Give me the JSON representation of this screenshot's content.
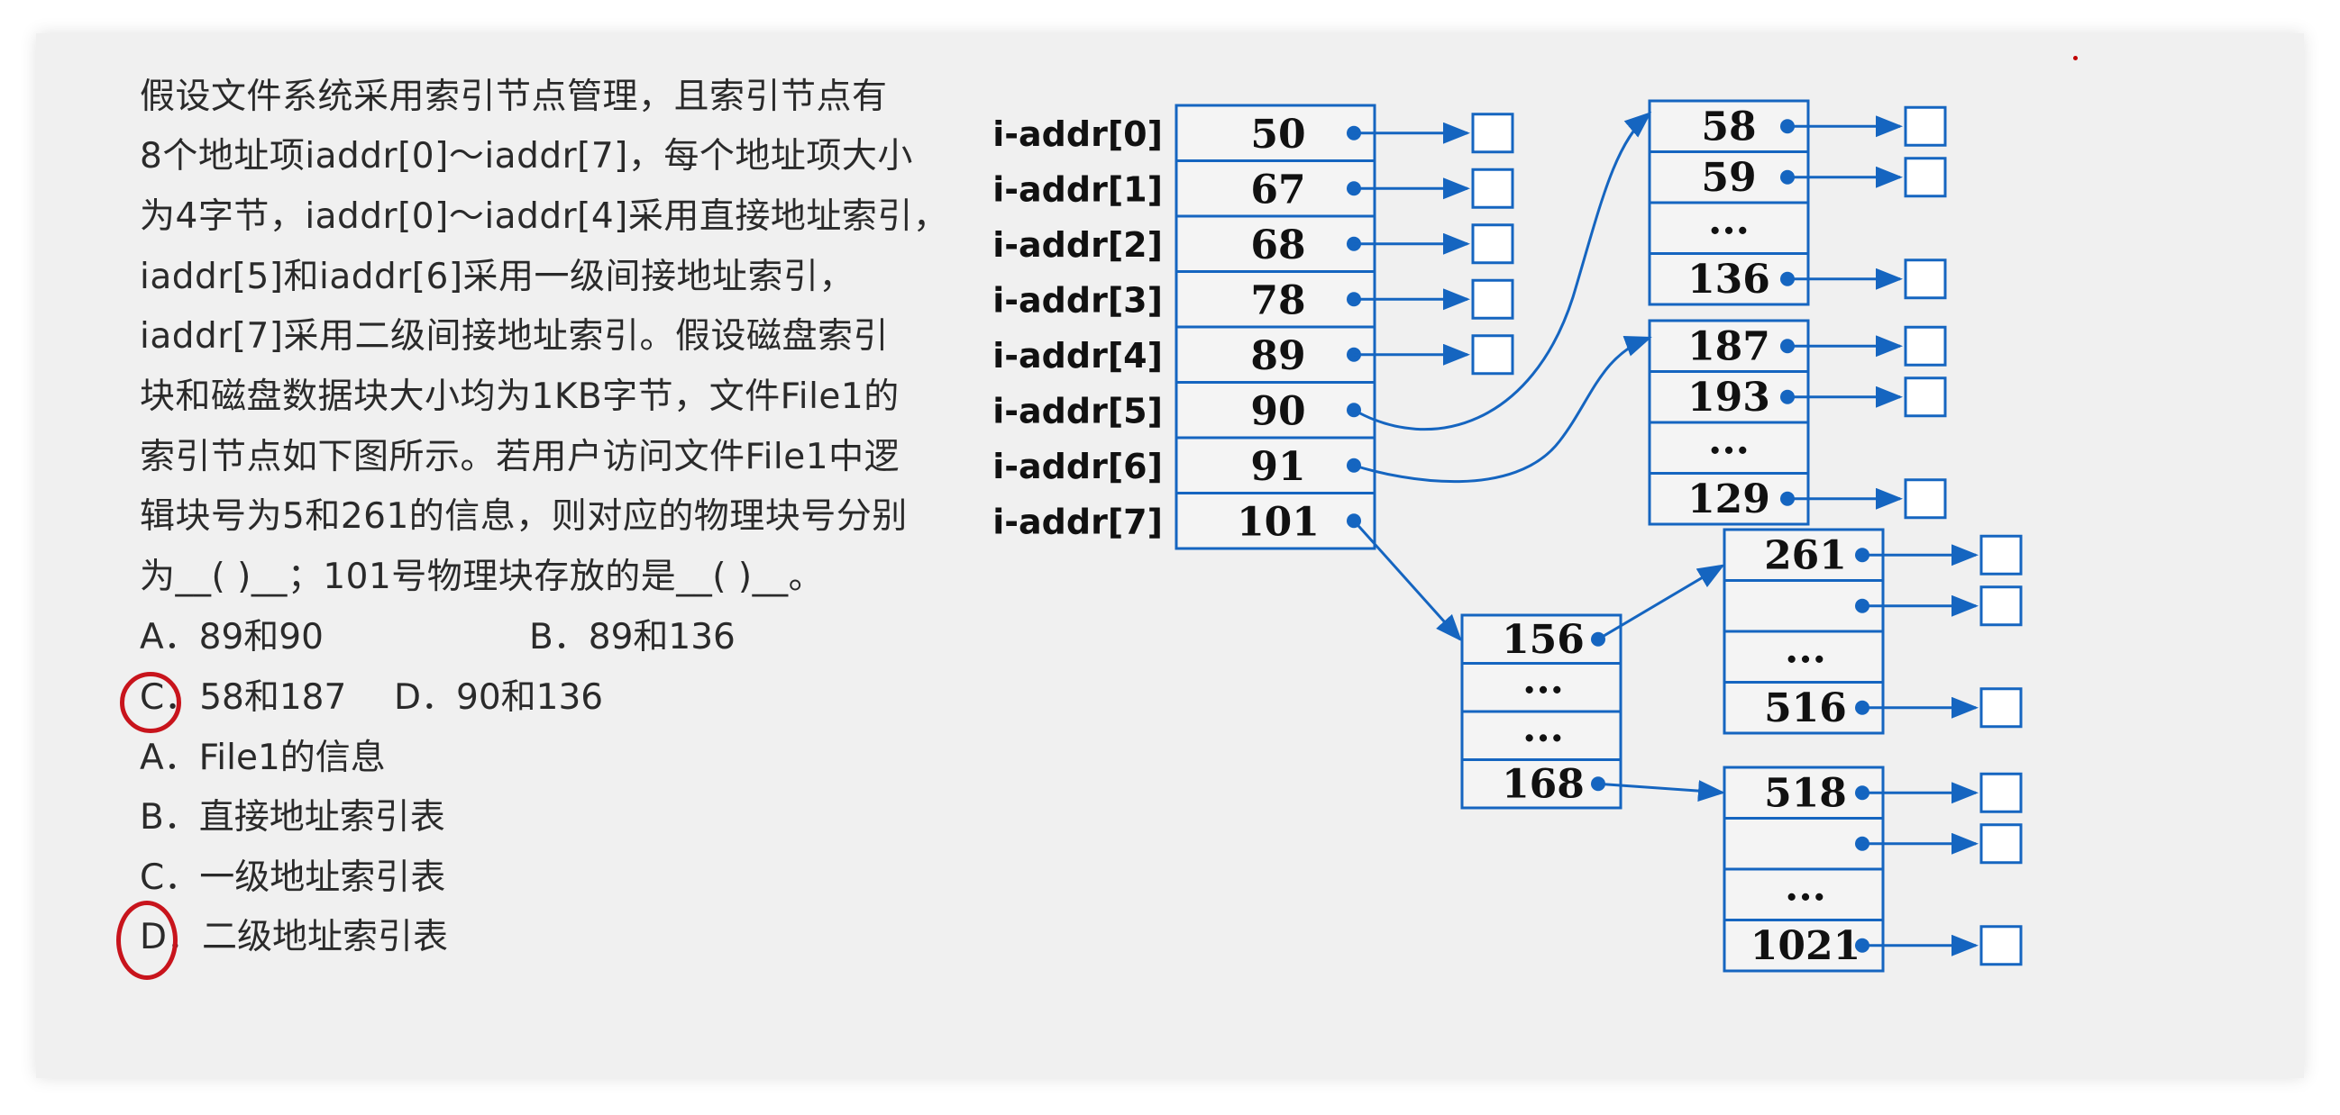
{
  "question": {
    "lines": [
      "假设文件系统采用索引节点管理，且索引节点有",
      "8个地址项iaddr[0]～iaddr[7]，每个地址项大小",
      "为4字节，iaddr[0]～iaddr[4]采用直接地址索引，",
      "iaddr[5]和iaddr[6]采用一级间接地址索引，",
      "iaddr[7]采用二级间接地址索引。假设磁盘索引",
      "块和磁盘数据块大小均为1KB字节，文件File1的",
      "索引节点如下图所示。若用户访问文件File1中逻",
      "辑块号为5和261的信息，则对应的物理块号分别",
      "为__( )__；101号物理块存放的是__( )__。"
    ]
  },
  "options1": {
    "a": "A．89和90",
    "b": "B．89和136",
    "c_letter": "C",
    "c": "．58和187",
    "d": "D．90和136"
  },
  "options2": {
    "a": "A．File1的信息",
    "b": "B．直接地址索引表",
    "c": "C．一级地址索引表",
    "d_letter": "D",
    "d": "．二级地址索引表"
  },
  "diagram": {
    "inode_labels": [
      "i-addr[0]",
      "i-addr[1]",
      "i-addr[2]",
      "i-addr[3]",
      "i-addr[4]",
      "i-addr[5]",
      "i-addr[6]",
      "i-addr[7]"
    ],
    "inode_values": [
      "50",
      "67",
      "68",
      "78",
      "89",
      "90",
      "91",
      "101"
    ],
    "block_a": [
      "58",
      "59",
      "...",
      "136"
    ],
    "block_b": [
      "187",
      "193",
      "...",
      "129"
    ],
    "block_c": [
      "156",
      "...",
      "...",
      "168"
    ],
    "block_d": [
      "261",
      "",
      "...",
      "516"
    ],
    "block_e": [
      "518",
      "",
      "...",
      "1021"
    ]
  },
  "colors": {
    "accent": "#1565c0",
    "mark": "#c8141c"
  }
}
